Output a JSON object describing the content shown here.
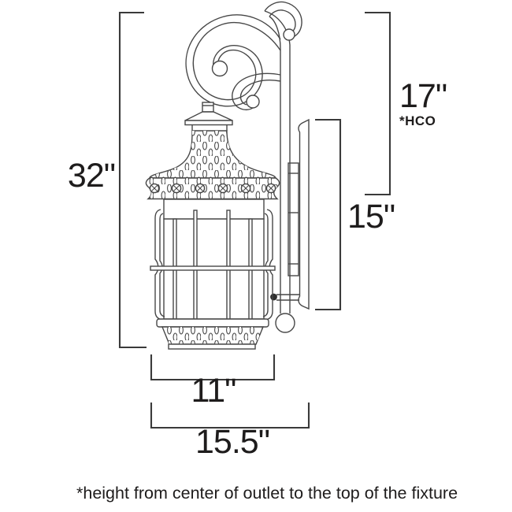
{
  "diagram": {
    "dimensions": {
      "overall_height": {
        "label": "32\""
      },
      "hco_height": {
        "label": "17\"",
        "sub_label": "*HCO"
      },
      "backplate_height": {
        "label": "15\""
      },
      "lantern_width": {
        "label": "11\""
      },
      "overall_width": {
        "label": "15.5\""
      }
    },
    "footnote": "*height from center of outlet to the top of the fixture"
  },
  "colors": {
    "background": "#ffffff",
    "drawing_line": "#474747",
    "dimension_line": "#3a3a3a",
    "text": "#1e1c1c"
  }
}
